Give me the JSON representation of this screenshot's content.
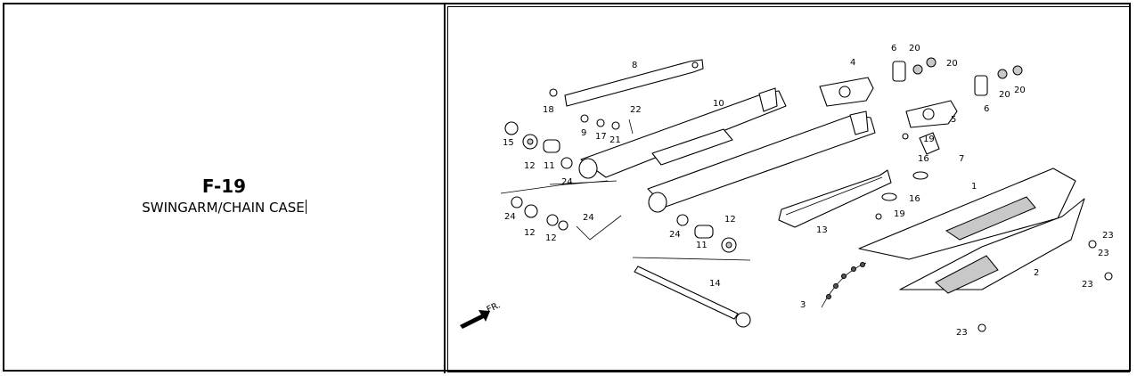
{
  "figure": {
    "code": "F-19",
    "title": "SWINGARM/CHAIN CASE"
  },
  "diagram": {
    "direction_label": "FR.",
    "callouts": [
      "1",
      "2",
      "3",
      "4",
      "5",
      "6",
      "6",
      "7",
      "8",
      "9",
      "10",
      "11",
      "11",
      "12",
      "12",
      "12",
      "12",
      "13",
      "14",
      "15",
      "16",
      "16",
      "17",
      "18",
      "19",
      "19",
      "20",
      "20",
      "20",
      "20",
      "21",
      "22",
      "23",
      "23",
      "23",
      "23",
      "24",
      "24",
      "24",
      "24"
    ]
  }
}
